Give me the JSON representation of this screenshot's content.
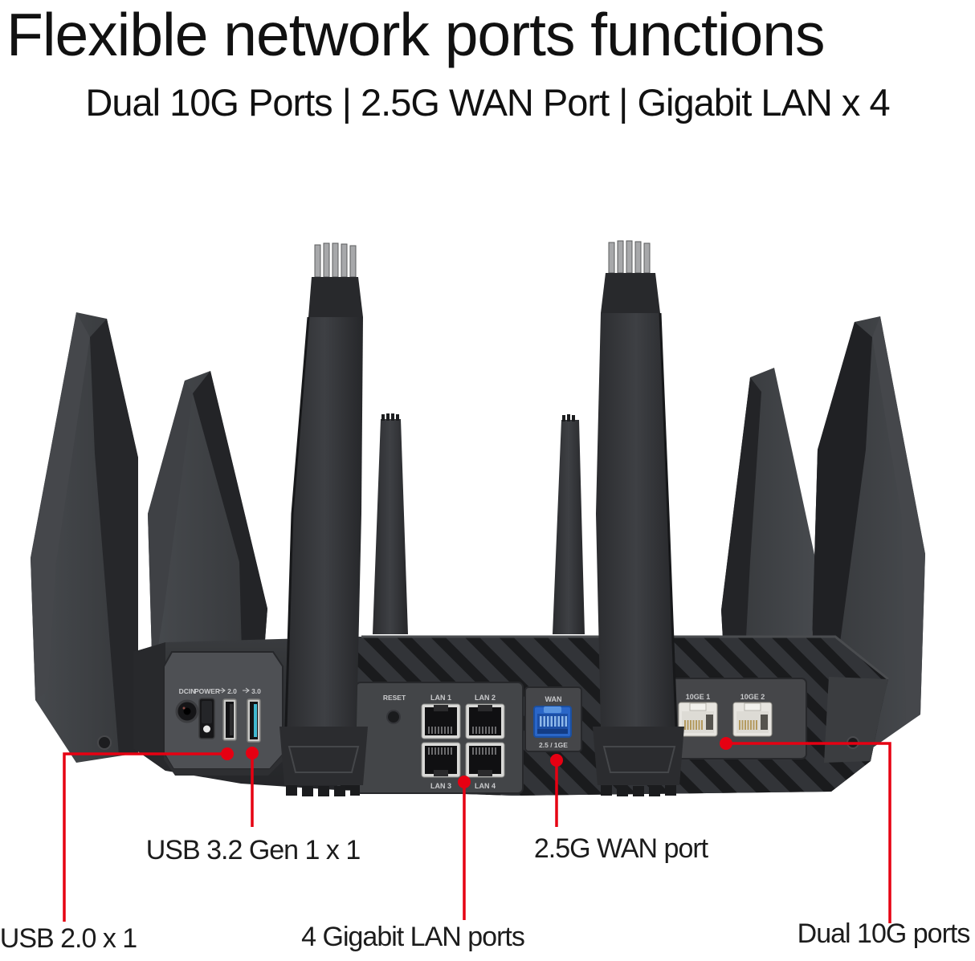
{
  "header": {
    "title": "Flexible network ports functions",
    "subtitle": "Dual 10G Ports | 2.5G WAN Port | Gigabit LAN x 4"
  },
  "device": {
    "labels": {
      "dcin": "DCIN",
      "power": "POWER",
      "usb2": "2.0",
      "usb3": "3.0",
      "reset": "RESET",
      "lan1": "LAN 1",
      "lan2": "LAN 2",
      "lan3": "LAN 3",
      "lan4": "LAN 4",
      "wan": "WAN",
      "wan_speed": "2.5 / 1GE",
      "ge10_1": "10GE 1",
      "ge10_2": "10GE 2"
    }
  },
  "callouts": {
    "usb32": "USB 3.2 Gen 1 x 1",
    "usb20": "USB 2.0 x 1",
    "lan": "4 Gigabit LAN ports",
    "wan": "2.5G WAN port",
    "ten_g": "Dual 10G ports"
  },
  "colors": {
    "accent_red": "#e60012",
    "wan_blue": "#2a66c8",
    "usb3_teal": "#41b9d1",
    "port_ivory": "#e7e5e0",
    "body_dark": "#2f3134"
  }
}
